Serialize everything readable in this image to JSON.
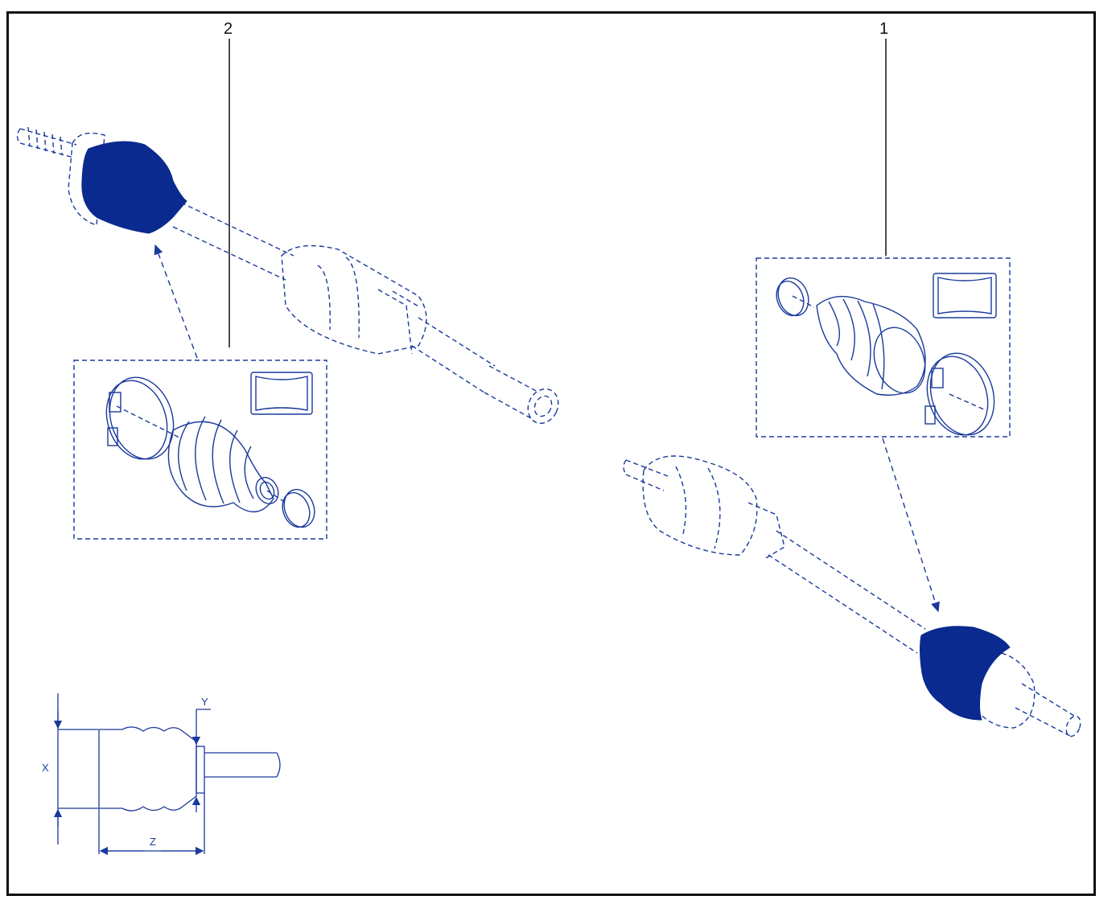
{
  "callouts": {
    "item_2": "2",
    "item_1": "1"
  },
  "dimensions": {
    "x_label": "X",
    "y_label": "Y",
    "z_label": "Z"
  },
  "colors": {
    "line": "#1a3a9c",
    "boot_fill": "#0a2a8f",
    "frame": "#111111"
  }
}
